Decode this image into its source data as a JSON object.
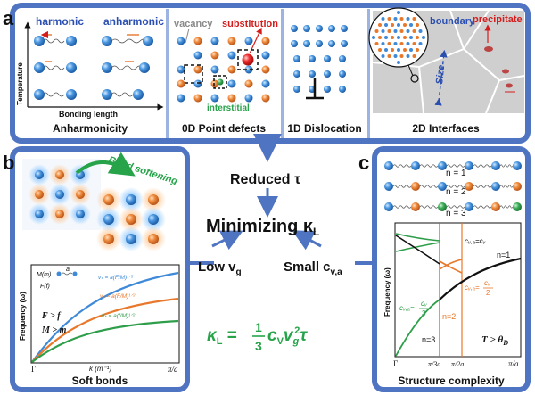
{
  "panel_a": {
    "letter": "a",
    "p1": {
      "harmonic": "harmonic",
      "anharmonic": "anharmonic",
      "ylabel": "Temperature",
      "xlabel": "Bonding length",
      "caption": "Anharmonicity"
    },
    "p2": {
      "vacancy": "vacancy",
      "substitution": "substitution",
      "interstitial": "interstitial",
      "caption": "0D Point defects"
    },
    "p3": {
      "caption": "1D Dislocation"
    },
    "p4": {
      "boundary": "boundary",
      "precipitate": "precipitate",
      "size": "Size",
      "caption": "2D Interfaces"
    }
  },
  "panel_b": {
    "letter": "b",
    "bond_softening": "Bond softening",
    "legend_big_m": "M(m)",
    "legend_a": "a",
    "legend_ff": "F(f)",
    "cond1": "F > f",
    "cond2": "M > m",
    "vs_blue": "vₛ = a(F/M)¹ᐟ²",
    "vs_orange": "vₛ = a(F/M)¹ᐟ²",
    "vs_green": "vₛ = a(f/M)¹ᐟ²",
    "ylabel": "Frequency (ω)",
    "xlabel": "k (m⁻¹)",
    "x_start": "Γ",
    "x_end": "π/a",
    "caption": "Soft bonds"
  },
  "center": {
    "reduced_tau": "Reduced τ",
    "minimizing": "Minimizing κ",
    "minimizing_sub": "L",
    "low_vg": "Low v",
    "low_vg_sub": "g",
    "small_cv": "Small c",
    "small_cv_sub": "v,a",
    "formula_kappa": "κ",
    "formula_kappa_sub": "L",
    "formula_eq": " = ",
    "formula_num": "1",
    "formula_den": "3",
    "formula_rest": "c",
    "formula_rest_sub": "V",
    "formula_v": "v",
    "formula_v_sub": "g",
    "formula_v_sup": "2",
    "formula_tau": "τ"
  },
  "panel_c": {
    "letter": "c",
    "n1": "n = 1",
    "n2": "n = 2",
    "n3": "n = 3",
    "ylabel": "Frequency (ω)",
    "cva_cv": "cᵥ,ₐ=cᵥ",
    "curve_n1": "n=1",
    "cva_half_num": "cᵥ",
    "cva_half_den": "2",
    "cva_third_num": "cᵥ",
    "cva_third_den": "3",
    "cva_label": "cᵥ,ₐ=",
    "n2_label": "n=2",
    "n3_label": "n=3",
    "temp_cond": "T > θ",
    "temp_cond_sub": "D",
    "x_gamma": "Γ",
    "x_pi3a": "π/3a",
    "x_pi2a": "π/2a",
    "x_pia": "π/a",
    "caption": "Structure complexity"
  },
  "colors": {
    "frame": "#4f75c2",
    "blue_atom": "#3e8ad8",
    "orange_atom": "#e8782a",
    "green_atom": "#2e9e4a",
    "red_atom": "#e02020",
    "green_text": "#27a34a",
    "orange_text": "#e8782a",
    "red_text": "#d41c1c"
  }
}
